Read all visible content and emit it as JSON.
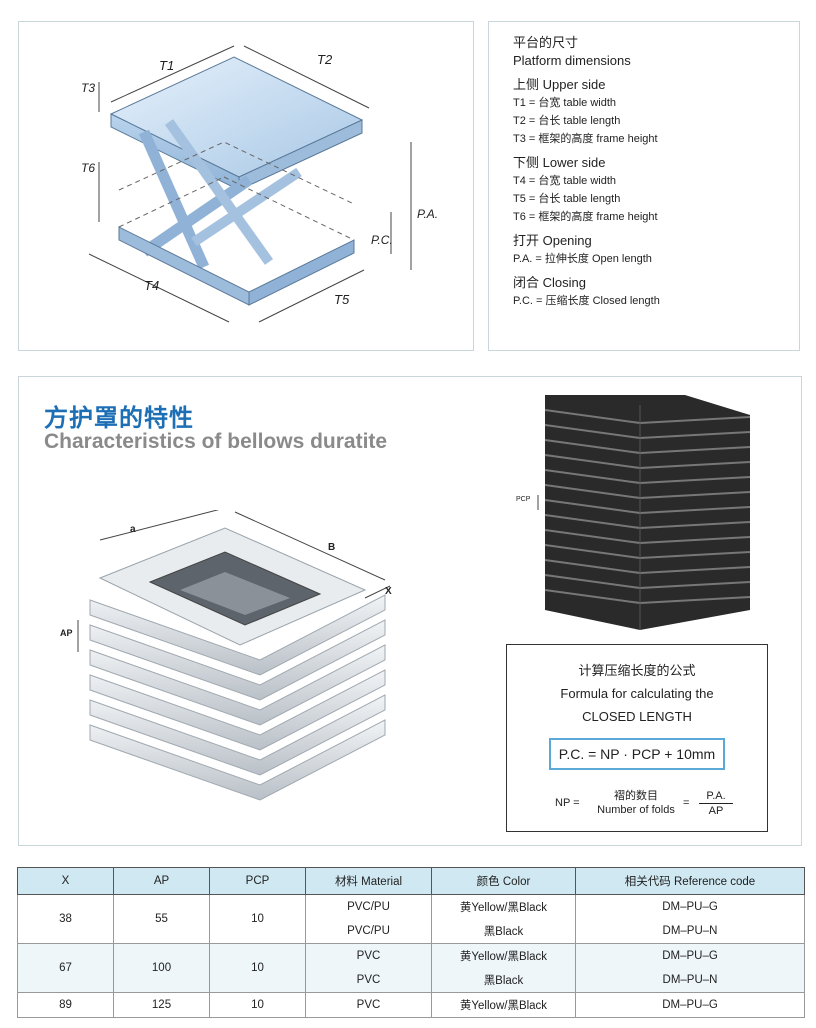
{
  "platform_specs": {
    "heading_cn": "平台的尺寸",
    "heading_en": "Platform dimensions",
    "upper_heading": "上侧 Upper side",
    "upper_items": [
      "T1 = 台宽 table width",
      "T2 = 台长 table length",
      "T3 = 框架的高度 frame height"
    ],
    "lower_heading": "下侧 Lower side",
    "lower_items": [
      "T4 = 台宽 table width",
      "T5 = 台长 table length",
      "T6 = 框架的高度 frame height"
    ],
    "open_heading": "打开 Opening",
    "open_item": "P.A. = 拉伸长度 Open length",
    "close_heading": "闭合 Closing",
    "close_item": "P.C. = 压缩长度 Closed length"
  },
  "lift_labels": {
    "t1": "T1",
    "t2": "T2",
    "t3": "T3",
    "t4": "T4",
    "t5": "T5",
    "t6": "T6",
    "pa": "P.A.",
    "pc": "P.C."
  },
  "bellows": {
    "title_cn": "方护罩的特性",
    "title_en": "Characteristics of bellows duratite",
    "label_a": "a",
    "label_b": "B",
    "label_x": "X",
    "label_ap": "AP",
    "label_pcp": "PCP"
  },
  "formula": {
    "title_cn": "计算压缩长度的公式",
    "title_en_1": "Formula for calculating the",
    "title_en_2": "CLOSED LENGTH",
    "main": "P.C. = NP · PCP + 10mm",
    "np_label": "NP =",
    "np_cn": "褶的数目",
    "np_en": "Number of folds",
    "eq": "=",
    "pa": "P.A.",
    "ap": "AP"
  },
  "table": {
    "headers": [
      "X",
      "AP",
      "PCP",
      "材料 Material",
      "颜色 Color",
      "相关代码 Reference code"
    ],
    "groups": [
      {
        "x": "38",
        "ap": "55",
        "pcp": "10",
        "rows": [
          {
            "material": "PVC/PU",
            "color": "黄Yellow/黑Black",
            "code": "DM–PU–G"
          },
          {
            "material": "PVC/PU",
            "color": "黑Black",
            "code": "DM–PU–N"
          }
        ]
      },
      {
        "x": "67",
        "ap": "100",
        "pcp": "10",
        "rows": [
          {
            "material": "PVC",
            "color": "黄Yellow/黑Black",
            "code": "DM–PU–G"
          },
          {
            "material": "PVC",
            "color": "黑Black",
            "code": "DM–PU–N"
          }
        ]
      },
      {
        "x": "89",
        "ap": "125",
        "pcp": "10",
        "rows": [
          {
            "material": "PVC",
            "color": "黄Yellow/黑Black",
            "code": "DM–PU–G"
          }
        ]
      }
    ]
  },
  "colors": {
    "accent_blue": "#1d6fb5",
    "header_bg": "#cfe8f2",
    "border": "#c9d7dc"
  }
}
